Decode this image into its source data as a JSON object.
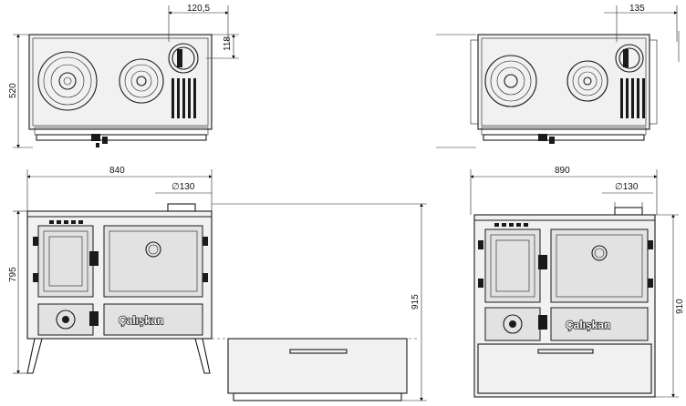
{
  "dimensions": {
    "top_left_hole_offset": "120,5",
    "top_left_hole_depth": "118",
    "top_left_depth": "520",
    "top_right_hole_offset": "135",
    "front_left_width": "840",
    "front_left_flue": "130",
    "front_left_height": "795",
    "front_left_total_height": "915",
    "front_right_width": "890",
    "front_right_flue": "130",
    "front_right_height": "910"
  },
  "diameter_symbol": "∅",
  "brand_label": "Çalışkan"
}
